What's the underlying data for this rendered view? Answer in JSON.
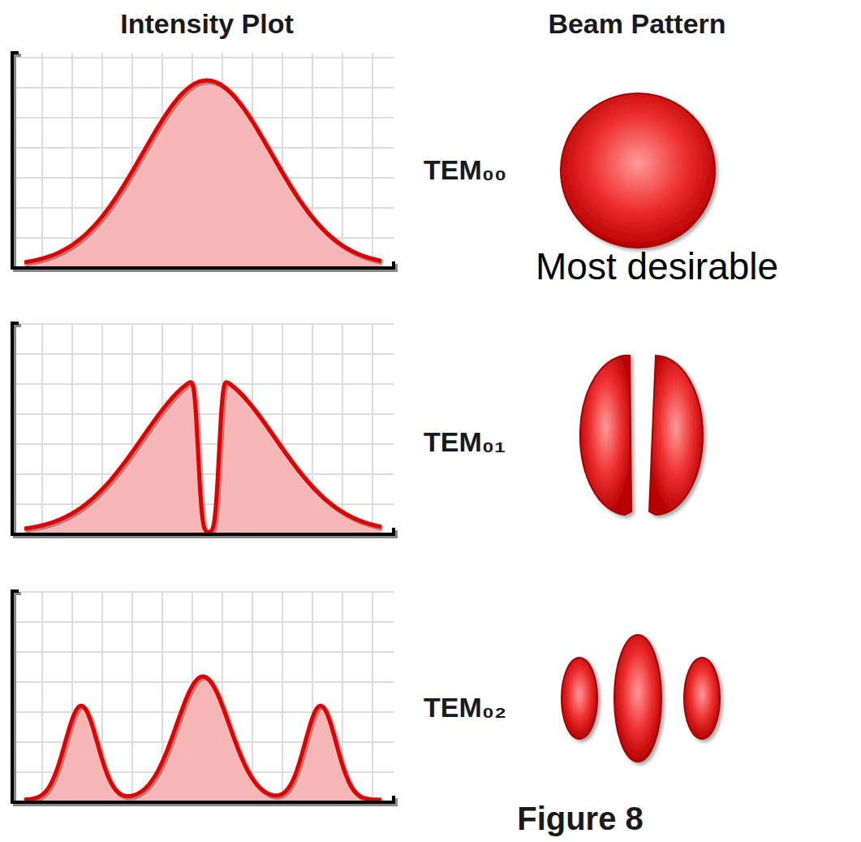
{
  "diagram": {
    "caption": "Figure 8",
    "labels": [
      "Intensity Plot",
      "Beam Pattern",
      "TEM₀₀",
      "Most desirable",
      "TEM₀₁",
      "TEM₀₂"
    ]
  }
}
